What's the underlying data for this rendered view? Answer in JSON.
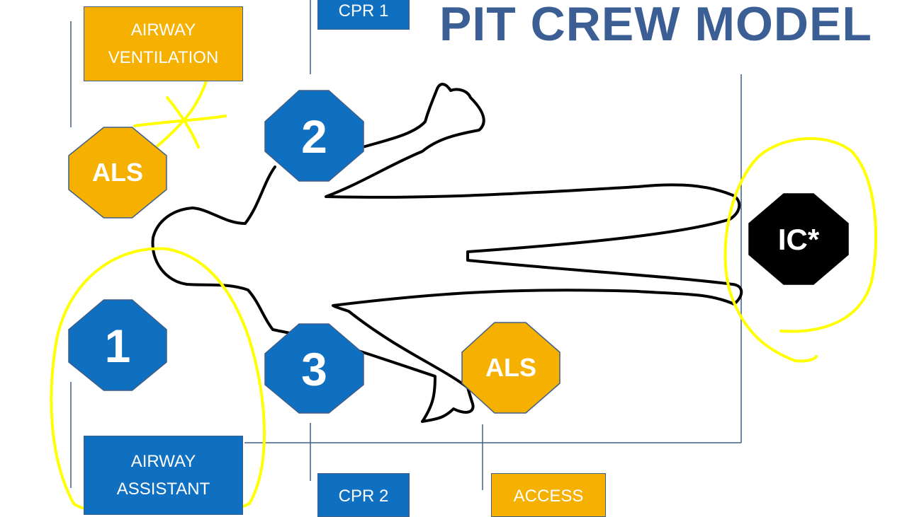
{
  "title": "PIT CREW MODEL",
  "colors": {
    "title": "#3b5f94",
    "blue": "#0f6fc1",
    "gold": "#f5b000",
    "black": "#000000",
    "highlight": "#ffff00",
    "outline": "#3f5f8a"
  },
  "boxes": {
    "airway_ventilation": {
      "line1": "AIRWAY",
      "line2": "VENTILATION"
    },
    "cpr1": {
      "label": "CPR 1"
    },
    "airway_assistant": {
      "line1": "AIRWAY",
      "line2": "ASSISTANT"
    },
    "cpr2": {
      "label": "CPR 2"
    },
    "access": {
      "label": "ACCESS"
    }
  },
  "badges": {
    "als_top": "ALS",
    "als_bottom": "ALS",
    "pos1": "1",
    "pos2": "2",
    "pos3": "3",
    "ic": "IC*"
  }
}
